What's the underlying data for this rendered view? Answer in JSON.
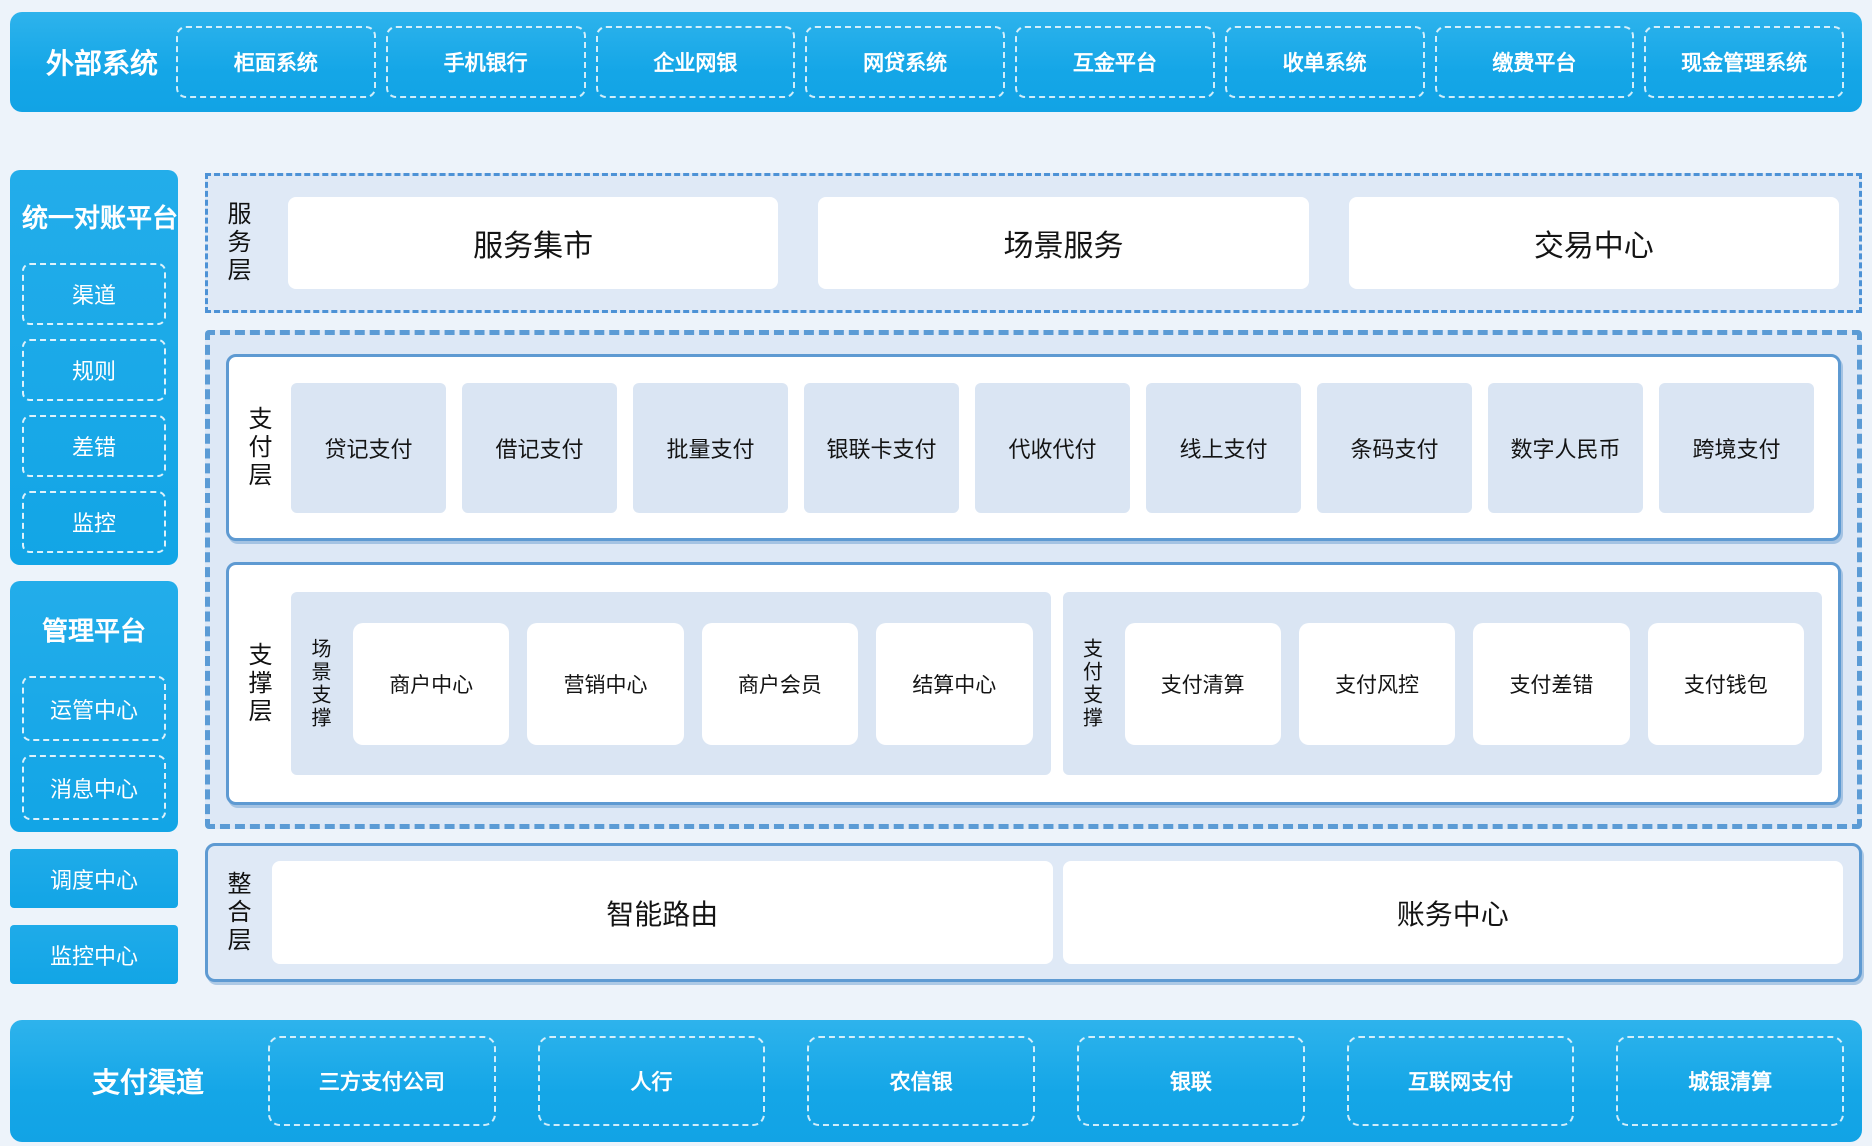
{
  "colors": {
    "banner_blue": "#14a6e7",
    "border_blue": "#5b9bd5",
    "dashdot_border": "#4d92d6",
    "panel_bg": "#dde8f6",
    "chip_bg": "#dae5f3",
    "page_bg": "#edf3fa"
  },
  "top_banner": {
    "title": "外部系统",
    "items": [
      "柜面系统",
      "手机银行",
      "企业网银",
      "网贷系统",
      "互金平台",
      "收单系统",
      "缴费平台",
      "现金管理系统"
    ]
  },
  "sidebar": {
    "blocks": [
      {
        "title": "统一对账平台",
        "items": [
          "渠道",
          "规则",
          "差错",
          "监控"
        ]
      },
      {
        "title": "管理平台",
        "items": [
          "运管中心",
          "消息中心"
        ]
      }
    ],
    "solo_items": [
      "调度中心",
      "监控中心"
    ]
  },
  "service_layer": {
    "label": "服务层",
    "items": [
      "服务集市",
      "场景服务",
      "交易中心"
    ]
  },
  "payment_layer": {
    "label": "支付层",
    "items": [
      "贷记支付",
      "借记支付",
      "批量支付",
      "银联卡支付",
      "代收代付",
      "线上支付",
      "条码支付",
      "数字人民币",
      "跨境支付"
    ]
  },
  "support_layer": {
    "label": "支撑层",
    "groups": [
      {
        "label": "场景支撑",
        "items": [
          "商户中心",
          "营销中心",
          "商户会员",
          "结算中心"
        ]
      },
      {
        "label": "支付支撑",
        "items": [
          "支付清算",
          "支付风控",
          "支付差错",
          "支付钱包"
        ]
      }
    ]
  },
  "integration_layer": {
    "label": "整合层",
    "items": [
      "智能路由",
      "账务中心"
    ]
  },
  "bottom_banner": {
    "title": "支付渠道",
    "items": [
      "三方支付公司",
      "人行",
      "农信银",
      "银联",
      "互联网支付",
      "城银清算"
    ]
  }
}
